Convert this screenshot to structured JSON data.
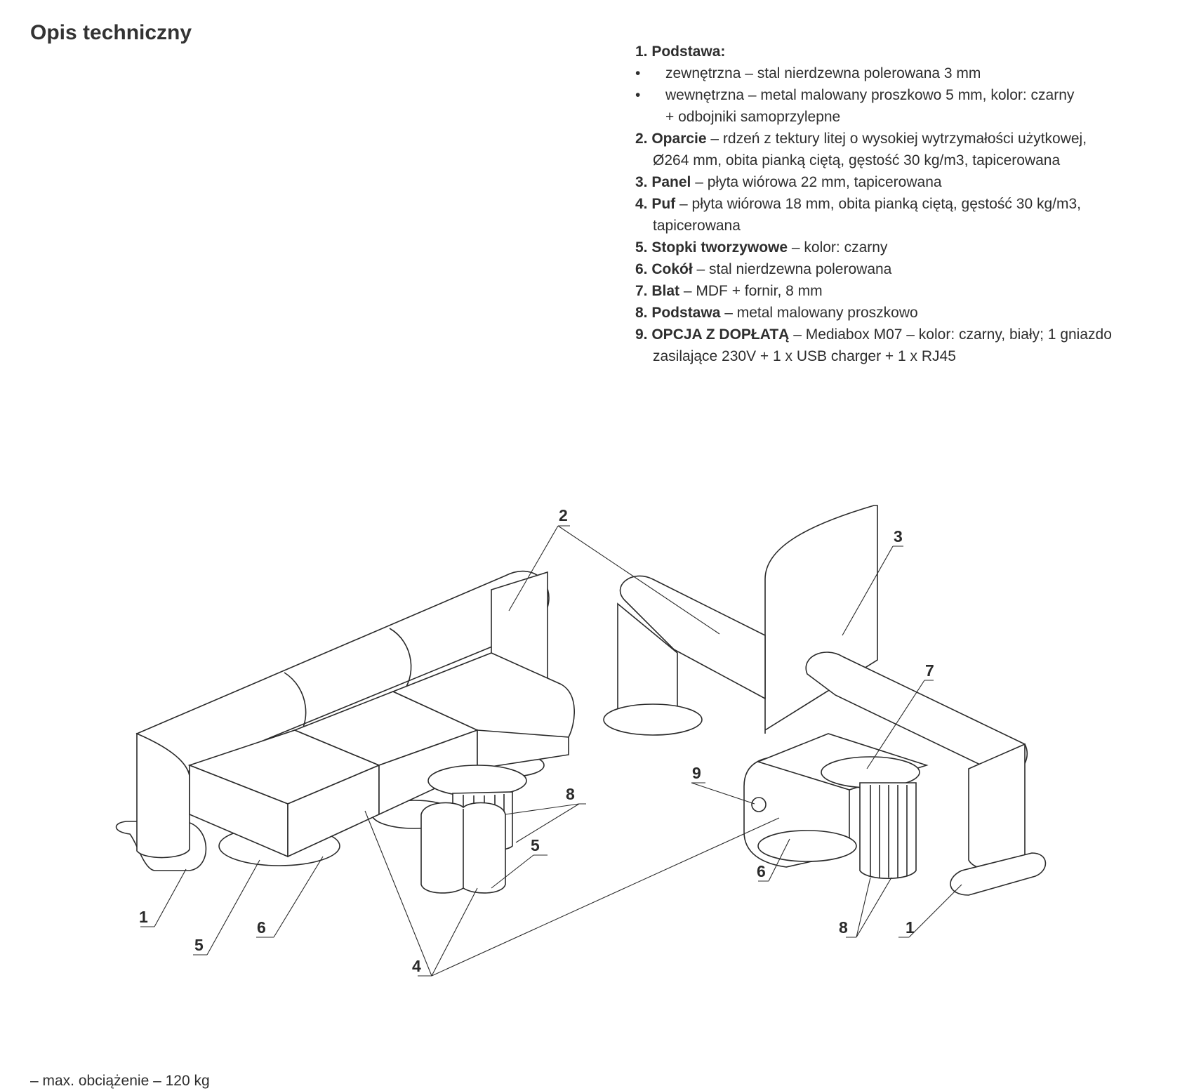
{
  "title": "Opis techniczny",
  "spec": {
    "item1": {
      "lead": "1. Podstawa:"
    },
    "item1_bullets": [
      {
        "dot": "•",
        "text": "zewnętrzna – stal nierdzewna polerowana 3 mm"
      },
      {
        "dot": "•",
        "text": "wewnętrzna – metal malowany proszkowo 5 mm, kolor: czarny",
        "cont": "+ odbojniki samoprzylepne"
      }
    ],
    "item2": {
      "lead": "2. Oparcie",
      "text": " – rdzeń z tektury litej o wysokiej wytrzymałości użytkowej,",
      "cont": "Ø264 mm, obita pianką ciętą, gęstość 30 kg/m3, tapicerowana"
    },
    "item3": {
      "lead": "3. Panel",
      "text": " – płyta wiórowa 22 mm, tapicerowana"
    },
    "item4": {
      "lead": "4. Puf",
      "text": " – płyta wiórowa 18 mm, obita pianką ciętą, gęstość 30 kg/m3,",
      "cont": "tapicerowana"
    },
    "item5": {
      "lead": "5. Stopki tworzywowe",
      "text": " – kolor: czarny"
    },
    "item6": {
      "lead": "6. Cokół",
      "text": " – stal nierdzewna polerowana"
    },
    "item7": {
      "lead": "7. Blat",
      "text": " – MDF + fornir, 8 mm"
    },
    "item8": {
      "lead": "8. Podstawa",
      "text": " – metal malowany proszkowo"
    },
    "item9": {
      "lead": "9. OPCJA Z DOPŁATĄ",
      "text": " – Mediabox M07 – kolor: czarny, biały; 1 gniazdo",
      "cont": "zasilające 230V + 1 x USB charger + 1 x RJ45"
    }
  },
  "callouts": {
    "c1a": "1",
    "c1b": "1",
    "c2": "2",
    "c3": "3",
    "c4": "4",
    "c5a": "5",
    "c5b": "5",
    "c6a": "6",
    "c6b": "6",
    "c7": "7",
    "c8a": "8",
    "c8b": "8",
    "c9": "9"
  },
  "footer": "– max. obciążenie – 120 kg"
}
